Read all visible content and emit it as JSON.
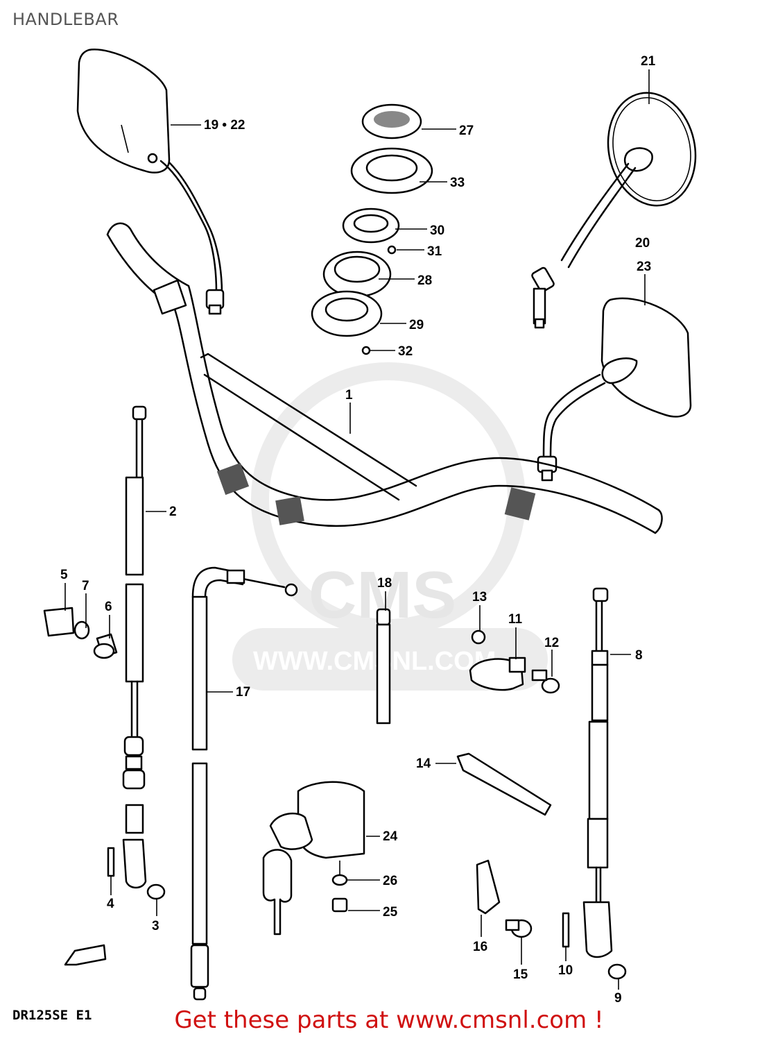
{
  "page_title": "HANDLEBAR",
  "model_code": "DR125SE E1",
  "footer_link": "Get these parts at www.cmsnl.com !",
  "watermark": {
    "logo_text": "CMS",
    "url_text": "WWW.CMSNL.COM"
  },
  "callouts": [
    {
      "id": "1",
      "label": "1"
    },
    {
      "id": "2",
      "label": "2"
    },
    {
      "id": "3",
      "label": "3"
    },
    {
      "id": "4",
      "label": "4"
    },
    {
      "id": "5",
      "label": "5"
    },
    {
      "id": "6",
      "label": "6"
    },
    {
      "id": "7",
      "label": "7"
    },
    {
      "id": "8",
      "label": "8"
    },
    {
      "id": "9",
      "label": "9"
    },
    {
      "id": "10",
      "label": "10"
    },
    {
      "id": "11",
      "label": "11"
    },
    {
      "id": "12",
      "label": "12"
    },
    {
      "id": "13",
      "label": "13"
    },
    {
      "id": "14",
      "label": "14"
    },
    {
      "id": "15",
      "label": "15"
    },
    {
      "id": "16",
      "label": "16"
    },
    {
      "id": "17",
      "label": "17"
    },
    {
      "id": "18",
      "label": "18"
    },
    {
      "id": "19-22",
      "label": "19 • 22"
    },
    {
      "id": "20",
      "label": "20"
    },
    {
      "id": "23",
      "label": "23"
    },
    {
      "id": "21",
      "label": "21"
    },
    {
      "id": "24",
      "label": "24"
    },
    {
      "id": "25",
      "label": "25"
    },
    {
      "id": "26",
      "label": "26"
    },
    {
      "id": "27",
      "label": "27"
    },
    {
      "id": "28",
      "label": "28"
    },
    {
      "id": "29",
      "label": "29"
    },
    {
      "id": "30",
      "label": "30"
    },
    {
      "id": "31",
      "label": "31"
    },
    {
      "id": "32",
      "label": "32"
    },
    {
      "id": "33",
      "label": "33"
    }
  ]
}
